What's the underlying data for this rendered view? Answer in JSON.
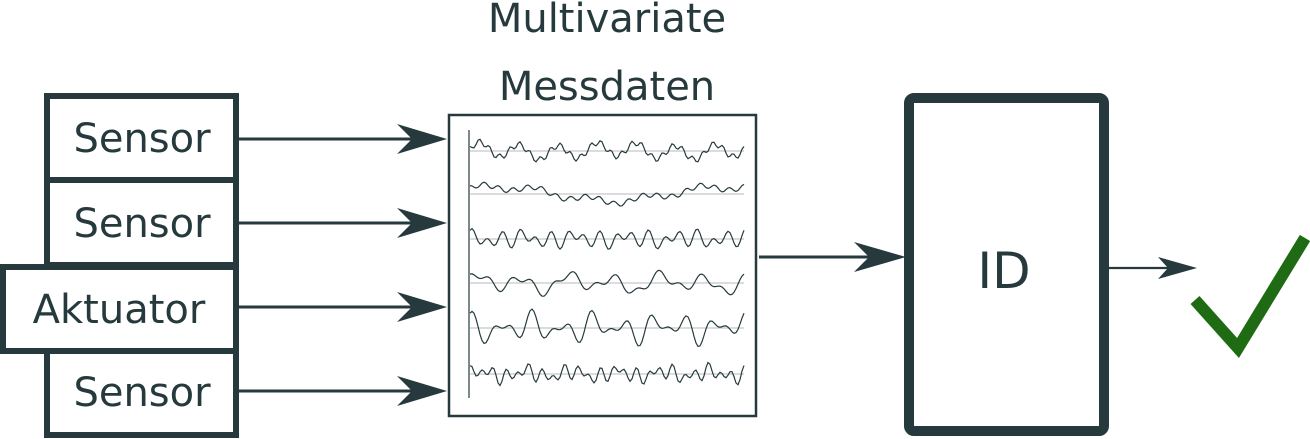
{
  "title_line1": "Multivariate",
  "title_line2": "Messdaten",
  "inputs": [
    {
      "label": "Sensor"
    },
    {
      "label": "Sensor"
    },
    {
      "label": "Aktuator"
    },
    {
      "label": "Sensor"
    }
  ],
  "id_box_label": "ID",
  "result_icon": "check-mark-icon",
  "colors": {
    "ink": "#263a3d",
    "check": "#1f6b14",
    "baseline": "#b8b8b8"
  }
}
